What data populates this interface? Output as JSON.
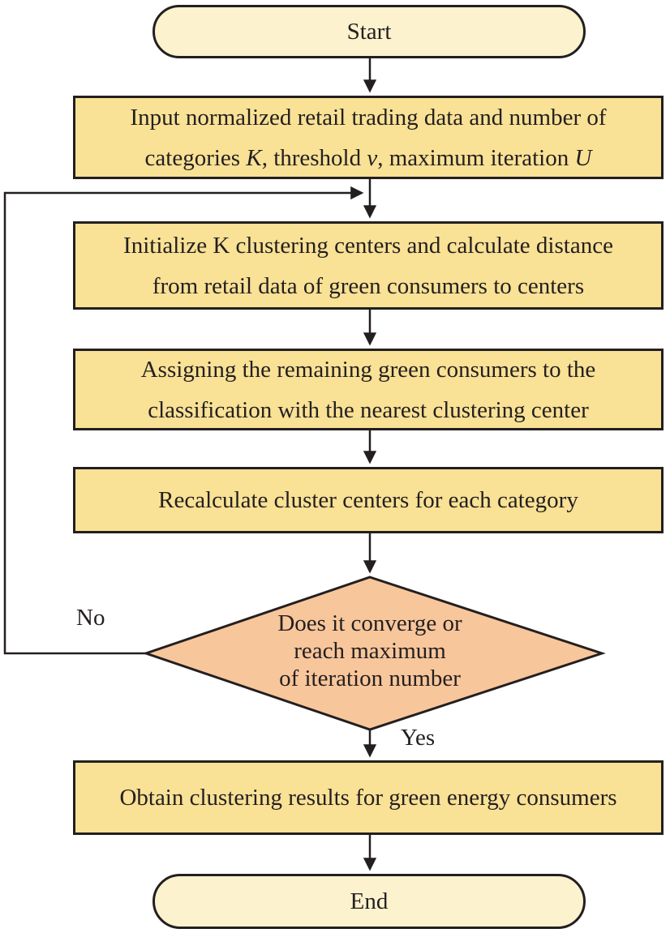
{
  "colors": {
    "terminal_fill": "#FCF2CE",
    "process_fill": "#F9E195",
    "decision_fill": "#F8C69B",
    "stroke": "#231F20",
    "text": "#231F20"
  },
  "nodes": {
    "start": {
      "label": "Start"
    },
    "input": {
      "line1": "Input normalized retail trading data and number of",
      "line2_t1": "categories ",
      "line2_v1": "K",
      "line2_t2": ", threshold ",
      "line2_v2": "v",
      "line2_t3": ", maximum iteration ",
      "line2_v3": "U"
    },
    "initialize": {
      "line1": "Initialize K clustering centers and calculate distance",
      "line2": "from retail data of green consumers to centers"
    },
    "assign": {
      "line1": "Assigning the remaining green consumers to the",
      "line2": "classification with the nearest clustering center"
    },
    "recalculate": {
      "label": "Recalculate cluster centers for each category"
    },
    "decision": {
      "line1": "Does it converge or",
      "line2": "reach maximum",
      "line3": "of iteration number"
    },
    "obtain": {
      "label": "Obtain clustering results for green energy consumers"
    },
    "end": {
      "label": "End"
    }
  },
  "edges": {
    "no_label": "No",
    "yes_label": "Yes"
  }
}
